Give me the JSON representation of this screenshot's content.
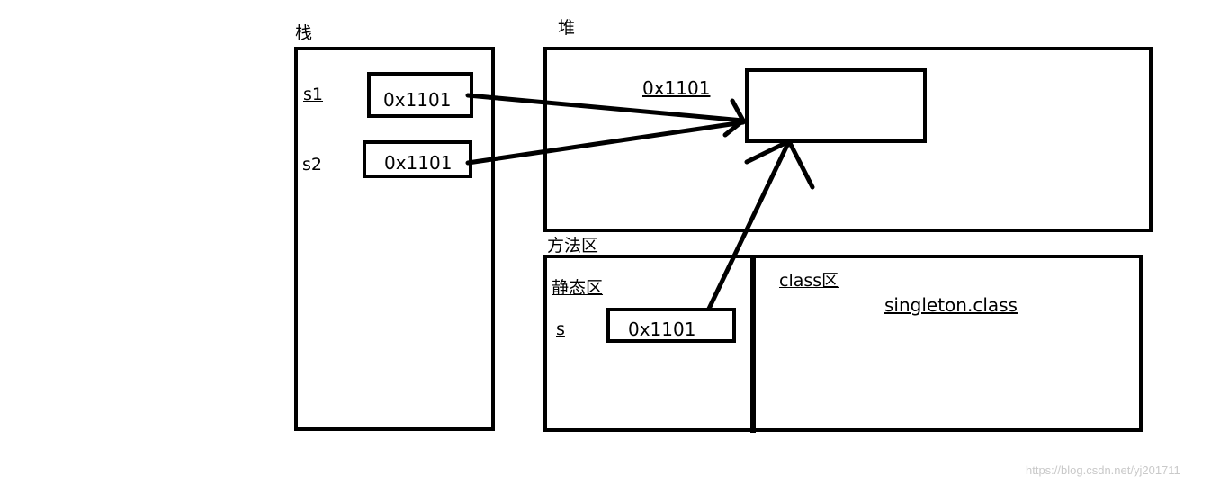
{
  "stack": {
    "title": "栈",
    "vars": [
      {
        "name": "s1",
        "value": "0x1101"
      },
      {
        "name": "s2",
        "value": "0x1101"
      }
    ]
  },
  "heap": {
    "title": "堆",
    "object_address": "0x1101"
  },
  "method_area": {
    "title": "方法区",
    "static_area": {
      "title": "静态区",
      "var_name": "s",
      "var_value": "0x1101"
    },
    "class_area": {
      "title": "class区",
      "class_name": "singleton.class"
    }
  },
  "watermark": "https://blog.csdn.net/yj201711"
}
